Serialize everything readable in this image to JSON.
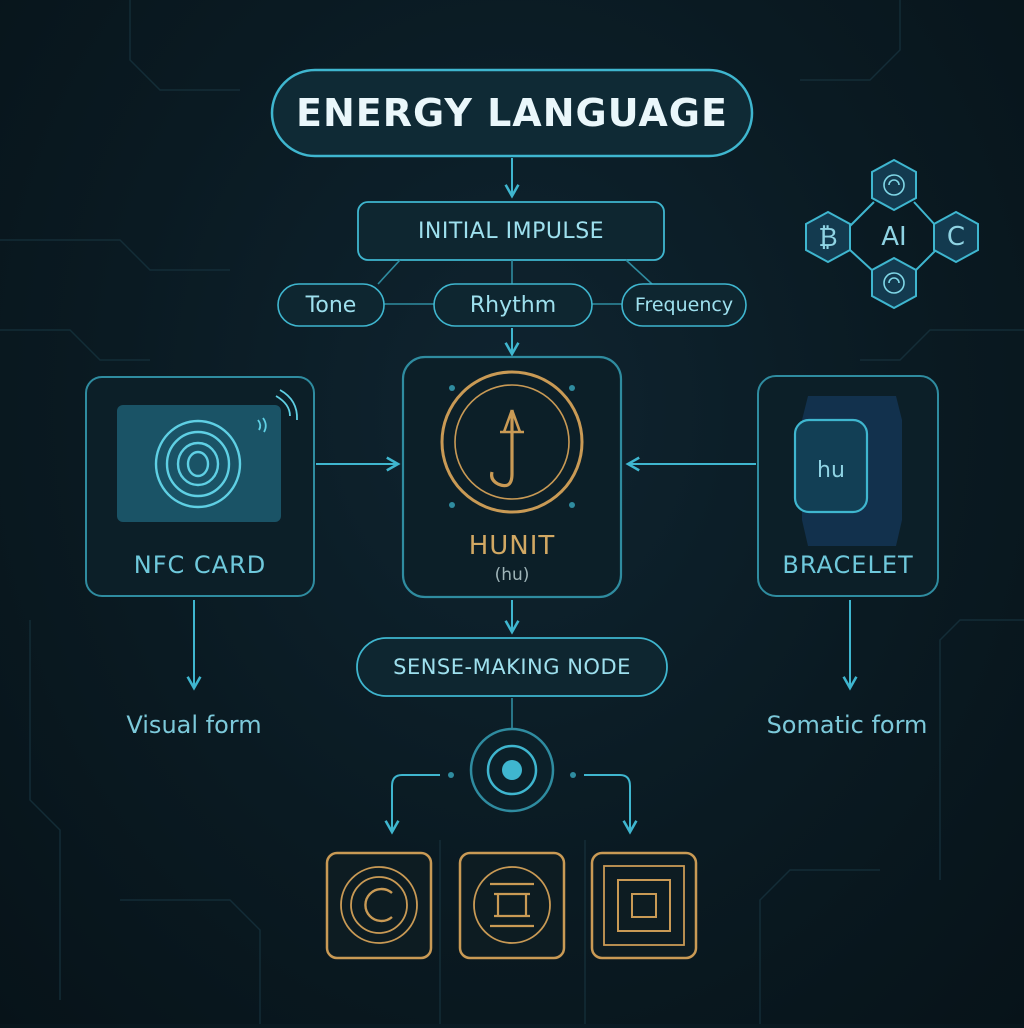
{
  "title": "ENERGY LANGUAGE",
  "initial_impulse": "INITIAL IMPULSE",
  "params": [
    "Tone",
    "Rhythm",
    "Frequency"
  ],
  "nfc": {
    "label": "NFC CARD",
    "form": "Visual form"
  },
  "hunit": {
    "name": "HUNIT",
    "abbr": "(hu)"
  },
  "bracelet": {
    "label": "BRACELET",
    "screen": "hu",
    "form": "Somatic form"
  },
  "sense_node": "SENSE-MAKING NODE",
  "hex_cluster": {
    "left": "₿",
    "center": "AI",
    "right": "C"
  },
  "colors": {
    "cyan": "#3fb6cf",
    "gold": "#c99a55",
    "text": "#9ee0ee",
    "title": "#eaf7fb"
  }
}
